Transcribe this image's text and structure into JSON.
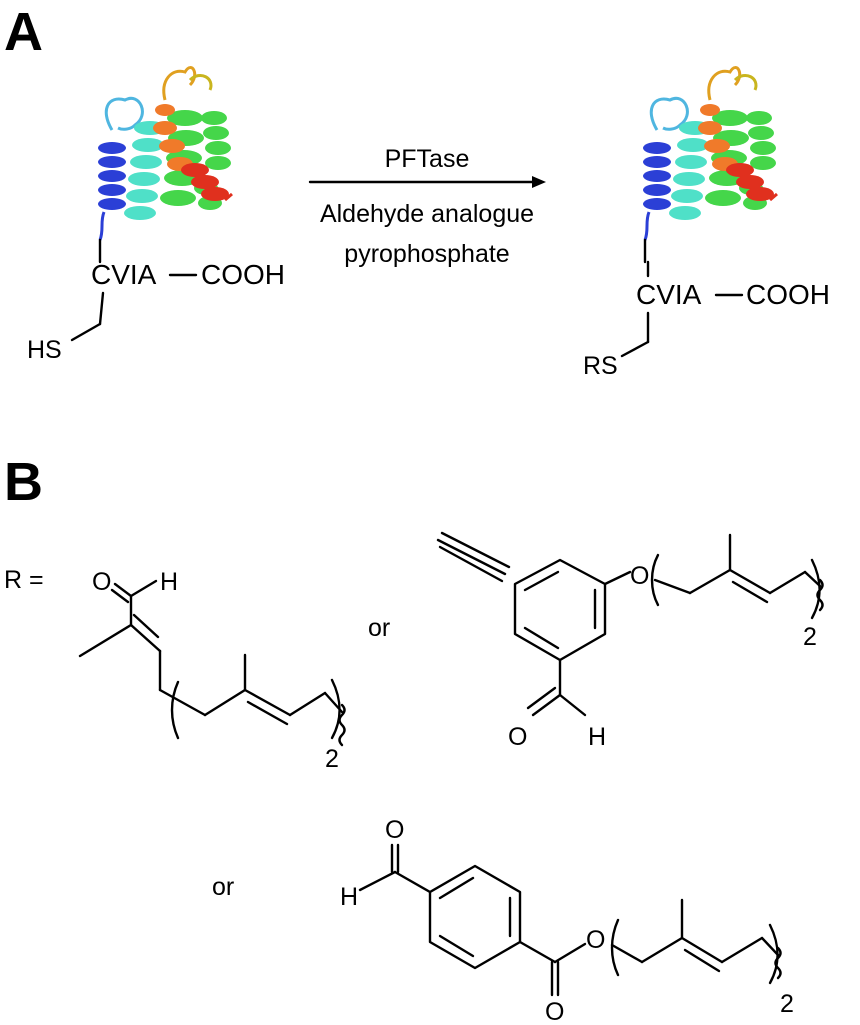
{
  "panel_a": {
    "label": "A",
    "arrow_above": "PFTase",
    "arrow_below_line1": "Aldehyde analogue",
    "arrow_below_line2": "pyrophosphate",
    "left_peptide": "CVIA",
    "left_terminus": "COOH",
    "left_thiol": "HS",
    "right_peptide": "CVIA",
    "right_terminus": "COOH",
    "right_thiol": "RS"
  },
  "panel_b": {
    "label": "B",
    "r_equals": "R =",
    "or_1": "or",
    "or_2": "or",
    "struct1": {
      "o": "O",
      "h": "H",
      "repeat": "2"
    },
    "struct2": {
      "o_ether": "O",
      "o_ald": "O",
      "h": "H",
      "repeat": "2"
    },
    "struct3": {
      "o_ald": "O",
      "h": "H",
      "o_carbonyl": "O",
      "o_ester": "O",
      "repeat": "2"
    }
  },
  "colors": {
    "helix_blue": "#2b3fd6",
    "helix_cyan": "#4fe0c8",
    "helix_green": "#45d64a",
    "helix_orange": "#f07a2a",
    "helix_red": "#e0301e",
    "loop_yellow": "#c9b51e"
  }
}
